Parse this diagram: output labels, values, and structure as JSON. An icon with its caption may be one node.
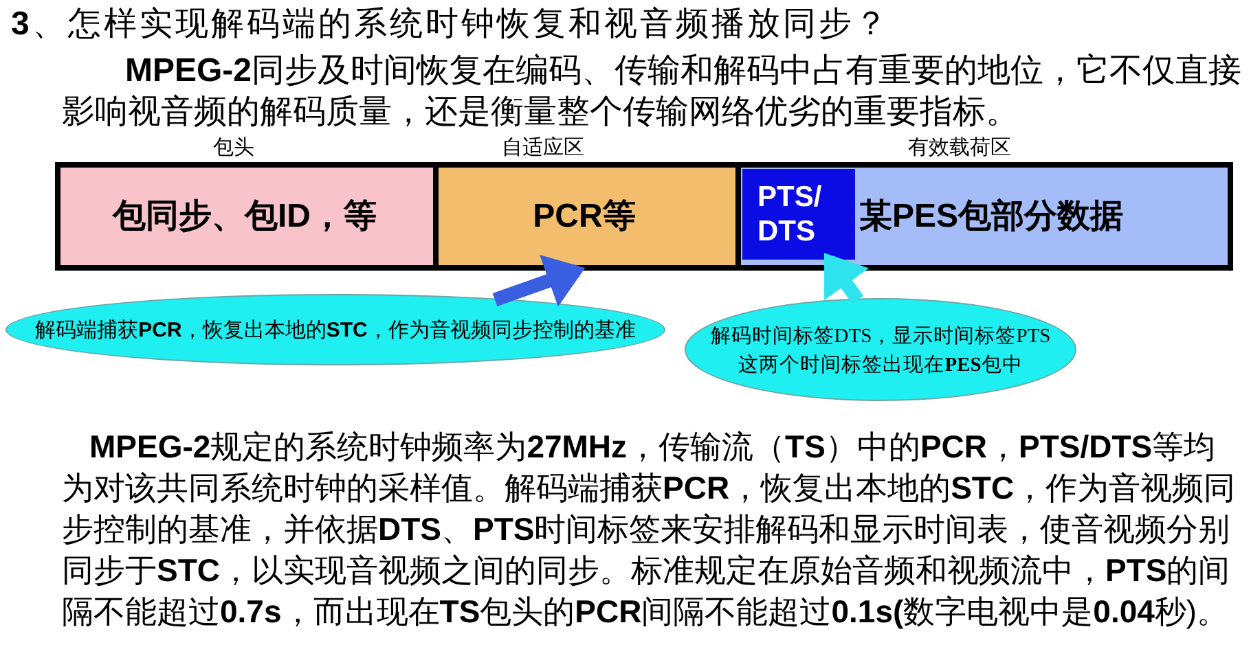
{
  "diagram": {
    "title": "**3**、怎样实现解码端的系统时钟恢复和视音频播放同步？",
    "nodes": [
      {
        "text": [
          "包头",
          "包同步、包ID，等"
        ]
      },
      {
        "text": [
          "自适应区",
          "PCR等"
        ]
      },
      {
        "text": [
          "有效载荷区",
          "某PES包部分数据"
        ]
      },
      {
        "text": [
          "PTS/ DTS"
        ],
        "in": 2
      },
      {
        "text": [
          "解码端捕获**PCR**，恢复出本地的**STC**，作为音视频同步控制的基准"
        ]
      },
      {
        "text": [
          "解码时间标签DTS，显示时间标签PTS这两个时间标签出现在**PES**包中"
        ]
      }
    ],
    "edges": [
      {
        "from": 4,
        "to": 1,
        "arrow": "to",
        "color": "#3a5ee0"
      },
      {
        "from": 5,
        "to": 3,
        "arrow": "to",
        "color": "#2fe3ee"
      }
    ],
    "labels": [
      "**MPEG-2**同步及时间恢复在编码、传输和解码中占有重要的地位，它不仅直接影响视音频的解码质量，还是衡量整个传输网络优劣的重要指标。",
      "**MPEG-2**规定的系统时钟频率为**27MHz**，传输流（**TS**）中的**PCR**，**PTS/DTS**等均为对该共同系统时钟的采样值。解码端捕获**PCR**，恢复出本地的**STC**，作为音视频同步控制的基准，并依据**DTS**、**PTS**时间标签来安排解码和显示时间表，使音视频分别同步于**STC**，以实现音视频之间的同步。标准规定在原始音频和视频流中，**PTS**的间隔不能超过**0.7s**，而出现在**TS**包头的**PCR**间隔不能超过**0.1s(**数字电视中是**0.04**秒)。"
    ]
  }
}
